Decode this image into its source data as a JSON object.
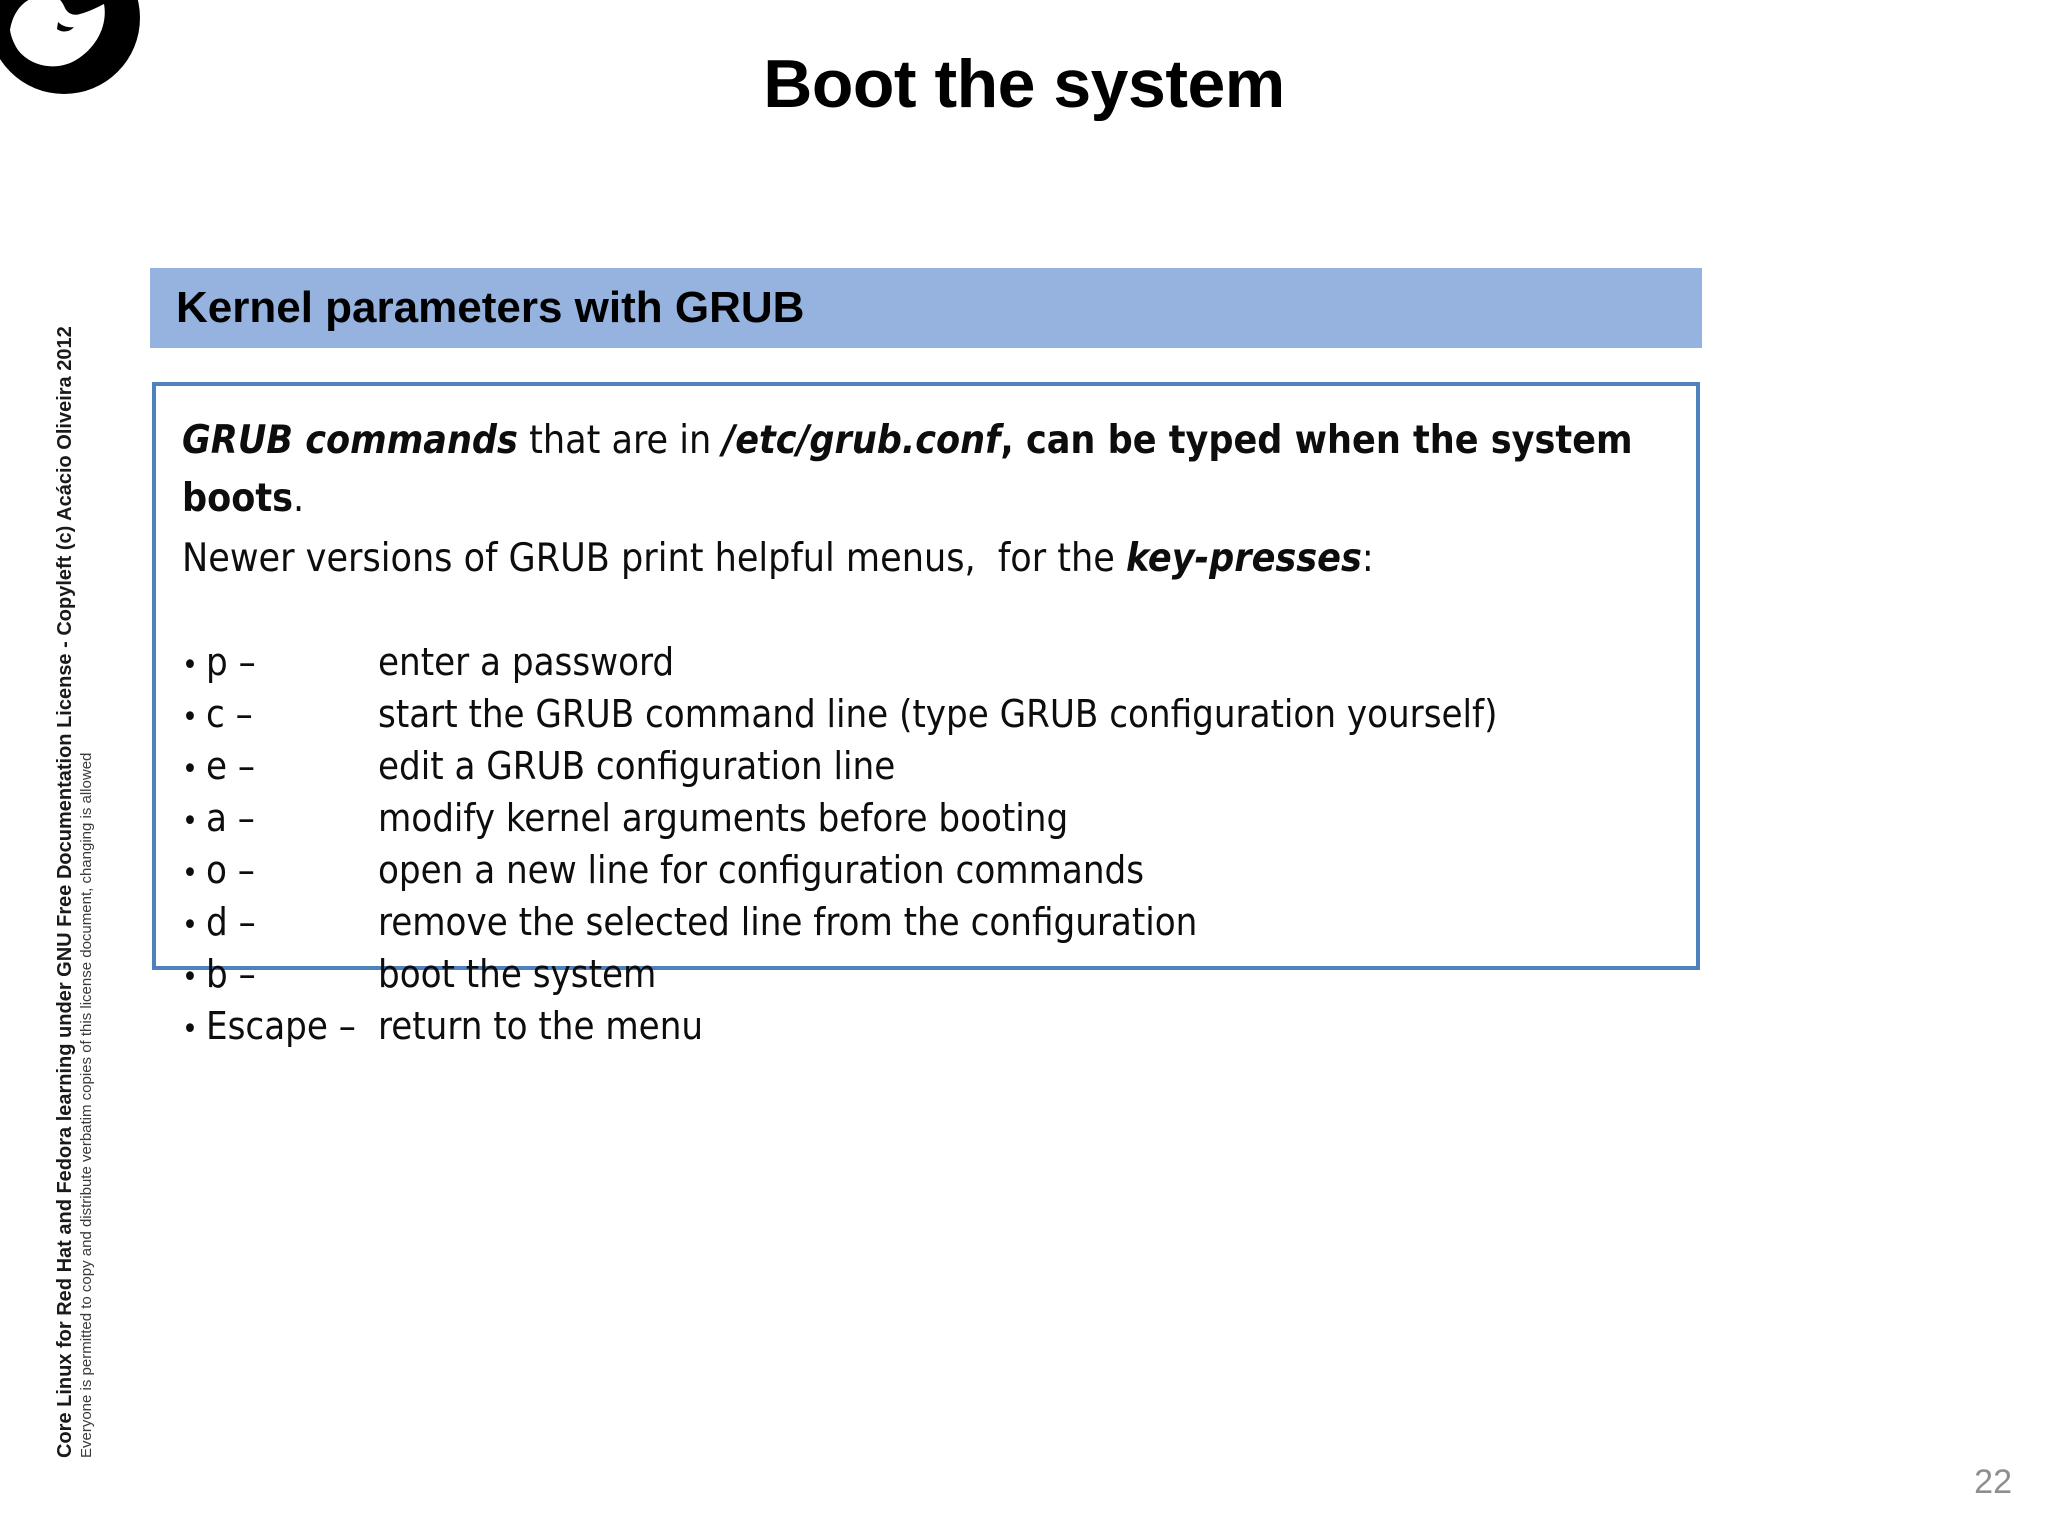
{
  "slide": {
    "title": "Boot the system",
    "page_number": "22",
    "background_color": "#ffffff"
  },
  "logo": {
    "name": "red-hat-shadowman-logo",
    "hat_color": "#cc0000",
    "silhouette_color": "#000000"
  },
  "section": {
    "banner_label": "Kernel parameters with GRUB",
    "banner_color": "#95b3de",
    "box_border_color": "#4f81bd"
  },
  "content": {
    "intro_line_1": {
      "part_1": "GRUB commands",
      "part_2": " that are in ",
      "part_3": "/etc/grub.conf",
      "part_4": ", can be typed when the system boots",
      "part_5": "."
    },
    "intro_line_2": {
      "part_1": "Newer versions of GRUB print helpful menus,  for the ",
      "part_2": "key-presses",
      "part_3": ":"
    },
    "bullet_glyph": "•",
    "keypresses": [
      {
        "key": "p –",
        "description": "enter a password"
      },
      {
        "key": "c –",
        "description": "start the GRUB command line (type GRUB configuration yourself)"
      },
      {
        "key": "e –",
        "description": "edit a GRUB configuration line"
      },
      {
        "key": "a –",
        "description": "modify kernel arguments before booting"
      },
      {
        "key": "o –",
        "description": "open a new line for configuration commands"
      },
      {
        "key": "d –",
        "description": "remove the selected line from the configuration"
      },
      {
        "key": "b –",
        "description": "boot the system"
      },
      {
        "key": "Escape –",
        "description": "return to the menu"
      }
    ]
  },
  "copyright": {
    "main": "Core Linux for Red Hat and Fedora learning under GNU Free Documentation License  -  Copyleft (c) Acácio Oliveira 2012",
    "sub": "Everyone is permitted to copy and distribute verbatim copies of this license document, changing is allowed"
  }
}
